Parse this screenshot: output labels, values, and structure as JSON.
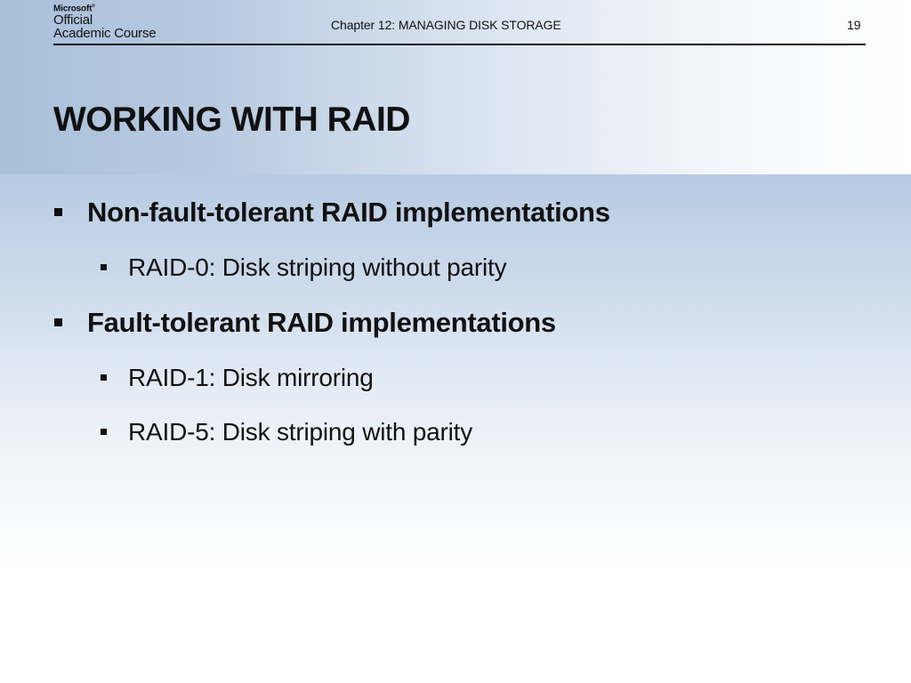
{
  "header": {
    "logo": {
      "brand": "Microsoft",
      "line1": "Official",
      "line2": "Academic Course"
    },
    "chapter": "Chapter 12: MANAGING DISK STORAGE",
    "page_number": "19"
  },
  "slide": {
    "title": "WORKING WITH RAID",
    "bullets": [
      {
        "text": "Non-fault-tolerant RAID implementations",
        "level": 1
      },
      {
        "text": "RAID-0: Disk striping without parity",
        "level": 2
      },
      {
        "text": "Fault-tolerant RAID implementations",
        "level": 1
      },
      {
        "text": "RAID-1: Disk mirroring",
        "level": 2
      },
      {
        "text": "RAID-5: Disk striping with parity",
        "level": 2
      }
    ]
  },
  "colors": {
    "background_top": "#b4c8e0",
    "background_bottom": "#ffffff",
    "text": "#111111"
  }
}
